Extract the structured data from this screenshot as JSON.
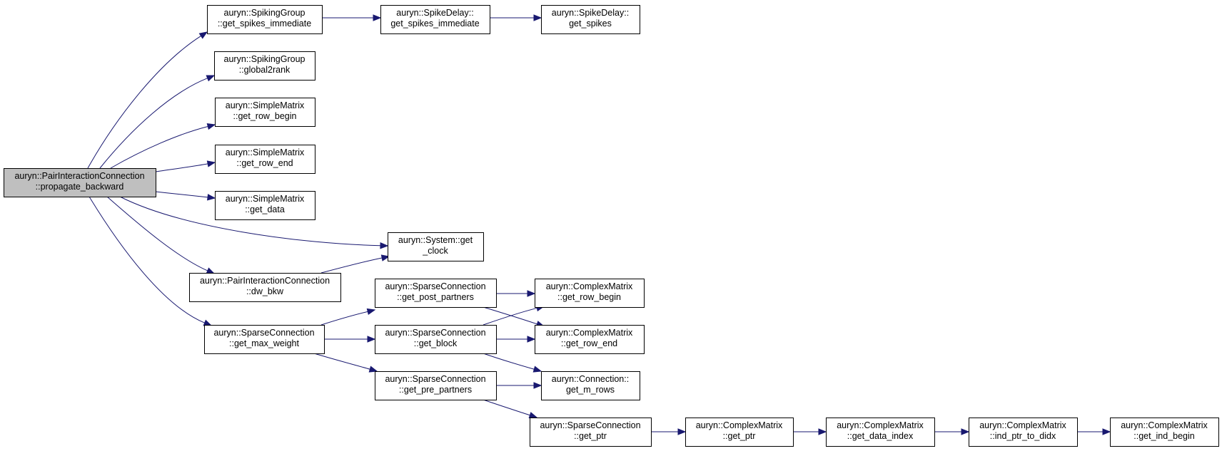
{
  "nodes": [
    {
      "id": "n0",
      "lines": [
        "auryn::PairInteractionConnection",
        "::propagate_backward"
      ],
      "root": true
    },
    {
      "id": "n1",
      "lines": [
        "auryn::SpikingGroup",
        "::get_spikes_immediate"
      ]
    },
    {
      "id": "n2",
      "lines": [
        "auryn::SpikeDelay::",
        "get_spikes_immediate"
      ]
    },
    {
      "id": "n3",
      "lines": [
        "auryn::SpikeDelay::",
        "get_spikes"
      ]
    },
    {
      "id": "n4",
      "lines": [
        "auryn::SpikingGroup",
        "::global2rank"
      ]
    },
    {
      "id": "n5",
      "lines": [
        "auryn::SimpleMatrix",
        "::get_row_begin"
      ]
    },
    {
      "id": "n6",
      "lines": [
        "auryn::SimpleMatrix",
        "::get_row_end"
      ]
    },
    {
      "id": "n7",
      "lines": [
        "auryn::SimpleMatrix",
        "::get_data"
      ]
    },
    {
      "id": "n8",
      "lines": [
        "auryn::System::get",
        "_clock"
      ]
    },
    {
      "id": "n9",
      "lines": [
        "auryn::PairInteractionConnection",
        "::dw_bkw"
      ]
    },
    {
      "id": "n10",
      "lines": [
        "auryn::SparseConnection",
        "::get_max_weight"
      ]
    },
    {
      "id": "n11",
      "lines": [
        "auryn::SparseConnection",
        "::get_post_partners"
      ]
    },
    {
      "id": "n12",
      "lines": [
        "auryn::SparseConnection",
        "::get_block"
      ]
    },
    {
      "id": "n13",
      "lines": [
        "auryn::SparseConnection",
        "::get_pre_partners"
      ]
    },
    {
      "id": "n14",
      "lines": [
        "auryn::ComplexMatrix",
        "::get_row_begin"
      ]
    },
    {
      "id": "n15",
      "lines": [
        "auryn::ComplexMatrix",
        "::get_row_end"
      ]
    },
    {
      "id": "n16",
      "lines": [
        "auryn::Connection::",
        "get_m_rows"
      ]
    },
    {
      "id": "n17",
      "lines": [
        "auryn::SparseConnection",
        "::get_ptr"
      ]
    },
    {
      "id": "n18",
      "lines": [
        "auryn::ComplexMatrix",
        "::get_ptr"
      ]
    },
    {
      "id": "n19",
      "lines": [
        "auryn::ComplexMatrix",
        "::get_data_index"
      ]
    },
    {
      "id": "n20",
      "lines": [
        "auryn::ComplexMatrix",
        "::ind_ptr_to_didx"
      ]
    },
    {
      "id": "n21",
      "lines": [
        "auryn::ComplexMatrix",
        "::get_ind_begin"
      ]
    }
  ],
  "edges": [
    {
      "from": "n0",
      "to": "n1"
    },
    {
      "from": "n0",
      "to": "n4"
    },
    {
      "from": "n0",
      "to": "n5"
    },
    {
      "from": "n0",
      "to": "n6"
    },
    {
      "from": "n0",
      "to": "n7"
    },
    {
      "from": "n0",
      "to": "n8"
    },
    {
      "from": "n0",
      "to": "n9"
    },
    {
      "from": "n0",
      "to": "n10"
    },
    {
      "from": "n1",
      "to": "n2"
    },
    {
      "from": "n2",
      "to": "n3"
    },
    {
      "from": "n9",
      "to": "n8"
    },
    {
      "from": "n10",
      "to": "n11"
    },
    {
      "from": "n10",
      "to": "n12"
    },
    {
      "from": "n10",
      "to": "n13"
    },
    {
      "from": "n11",
      "to": "n14"
    },
    {
      "from": "n11",
      "to": "n15"
    },
    {
      "from": "n12",
      "to": "n14"
    },
    {
      "from": "n12",
      "to": "n15"
    },
    {
      "from": "n12",
      "to": "n16"
    },
    {
      "from": "n13",
      "to": "n16"
    },
    {
      "from": "n13",
      "to": "n17"
    },
    {
      "from": "n17",
      "to": "n18"
    },
    {
      "from": "n18",
      "to": "n19"
    },
    {
      "from": "n19",
      "to": "n20"
    },
    {
      "from": "n20",
      "to": "n21"
    }
  ]
}
